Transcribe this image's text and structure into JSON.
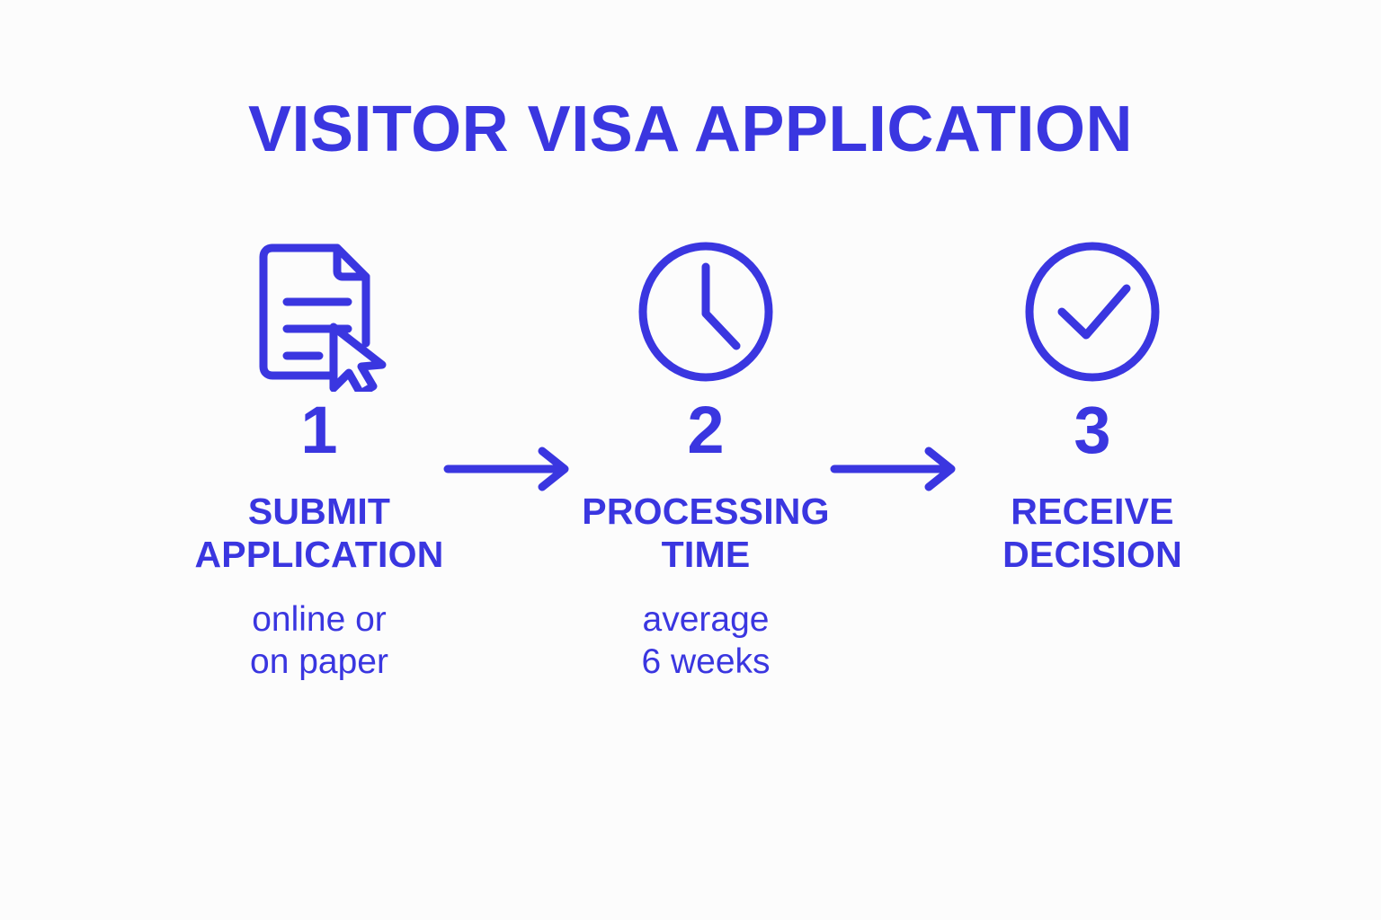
{
  "theme": {
    "accent": "#3a36e0",
    "background": "#fcfcfc"
  },
  "header": {
    "title": "VISITOR VISA APPLICATION"
  },
  "steps": [
    {
      "number": "1",
      "icon": "document-cursor-icon",
      "title_lines": [
        "SUBMIT",
        "APPLICATION"
      ],
      "caption_lines": [
        "online or",
        "on paper"
      ]
    },
    {
      "number": "2",
      "icon": "clock-icon",
      "title_lines": [
        "PROCESSING",
        "TIME"
      ],
      "caption_lines": [
        "average",
        "6 weeks"
      ]
    },
    {
      "number": "3",
      "icon": "check-circle-icon",
      "title_lines": [
        "RECEIVE",
        "DECISION"
      ],
      "caption_lines": [
        "",
        ""
      ]
    }
  ],
  "connectors": [
    {
      "icon": "arrow-right-icon"
    },
    {
      "icon": "arrow-right-icon"
    }
  ]
}
